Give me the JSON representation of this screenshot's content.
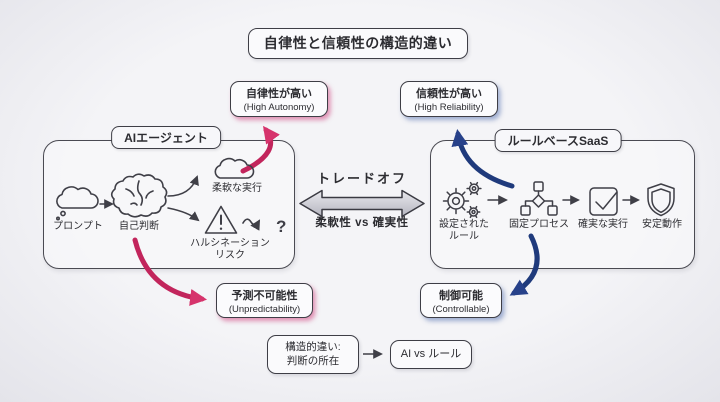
{
  "title": "自律性と信頼性の構造的違い",
  "callouts": {
    "high_autonomy": {
      "jp": "自律性が高い",
      "en": "(High Autonomy)"
    },
    "high_reliability": {
      "jp": "信頼性が高い",
      "en": "(High Reliability)"
    },
    "unpredictability": {
      "jp": "予測不可能性",
      "en": "(Unpredictability)"
    },
    "controllable": {
      "jp": "制御可能",
      "en": "(Controllable)"
    }
  },
  "agent_box": {
    "title": "AIエージェント",
    "prompt": "プロンプト",
    "self_judgment": "自己判断",
    "flexible_execution": "柔軟な実行",
    "hallucination_line1": "ハルシネーション",
    "hallucination_line2": "リスク",
    "question_mark": "?"
  },
  "saas_box": {
    "title": "ルールベースSaaS",
    "rules_line1": "設定された",
    "rules_line2": "ルール",
    "fixed_process": "固定プロセス",
    "reliable_execution": "確実な実行",
    "stable_operation": "安定動作"
  },
  "tradeoff": {
    "label": "トレードオフ",
    "comparison": "柔軟性 vs 確実性"
  },
  "bottom": {
    "difference_line1": "構造的違い:",
    "difference_line2": "判断の所在",
    "conclusion": "AI vs ルール"
  },
  "colors": {
    "accent_pink": "#c2255c",
    "accent_pink_bright": "#d6336c",
    "accent_blue": "#1f3a7c",
    "outline": "#3f3f47",
    "background": "#eeeef2"
  }
}
